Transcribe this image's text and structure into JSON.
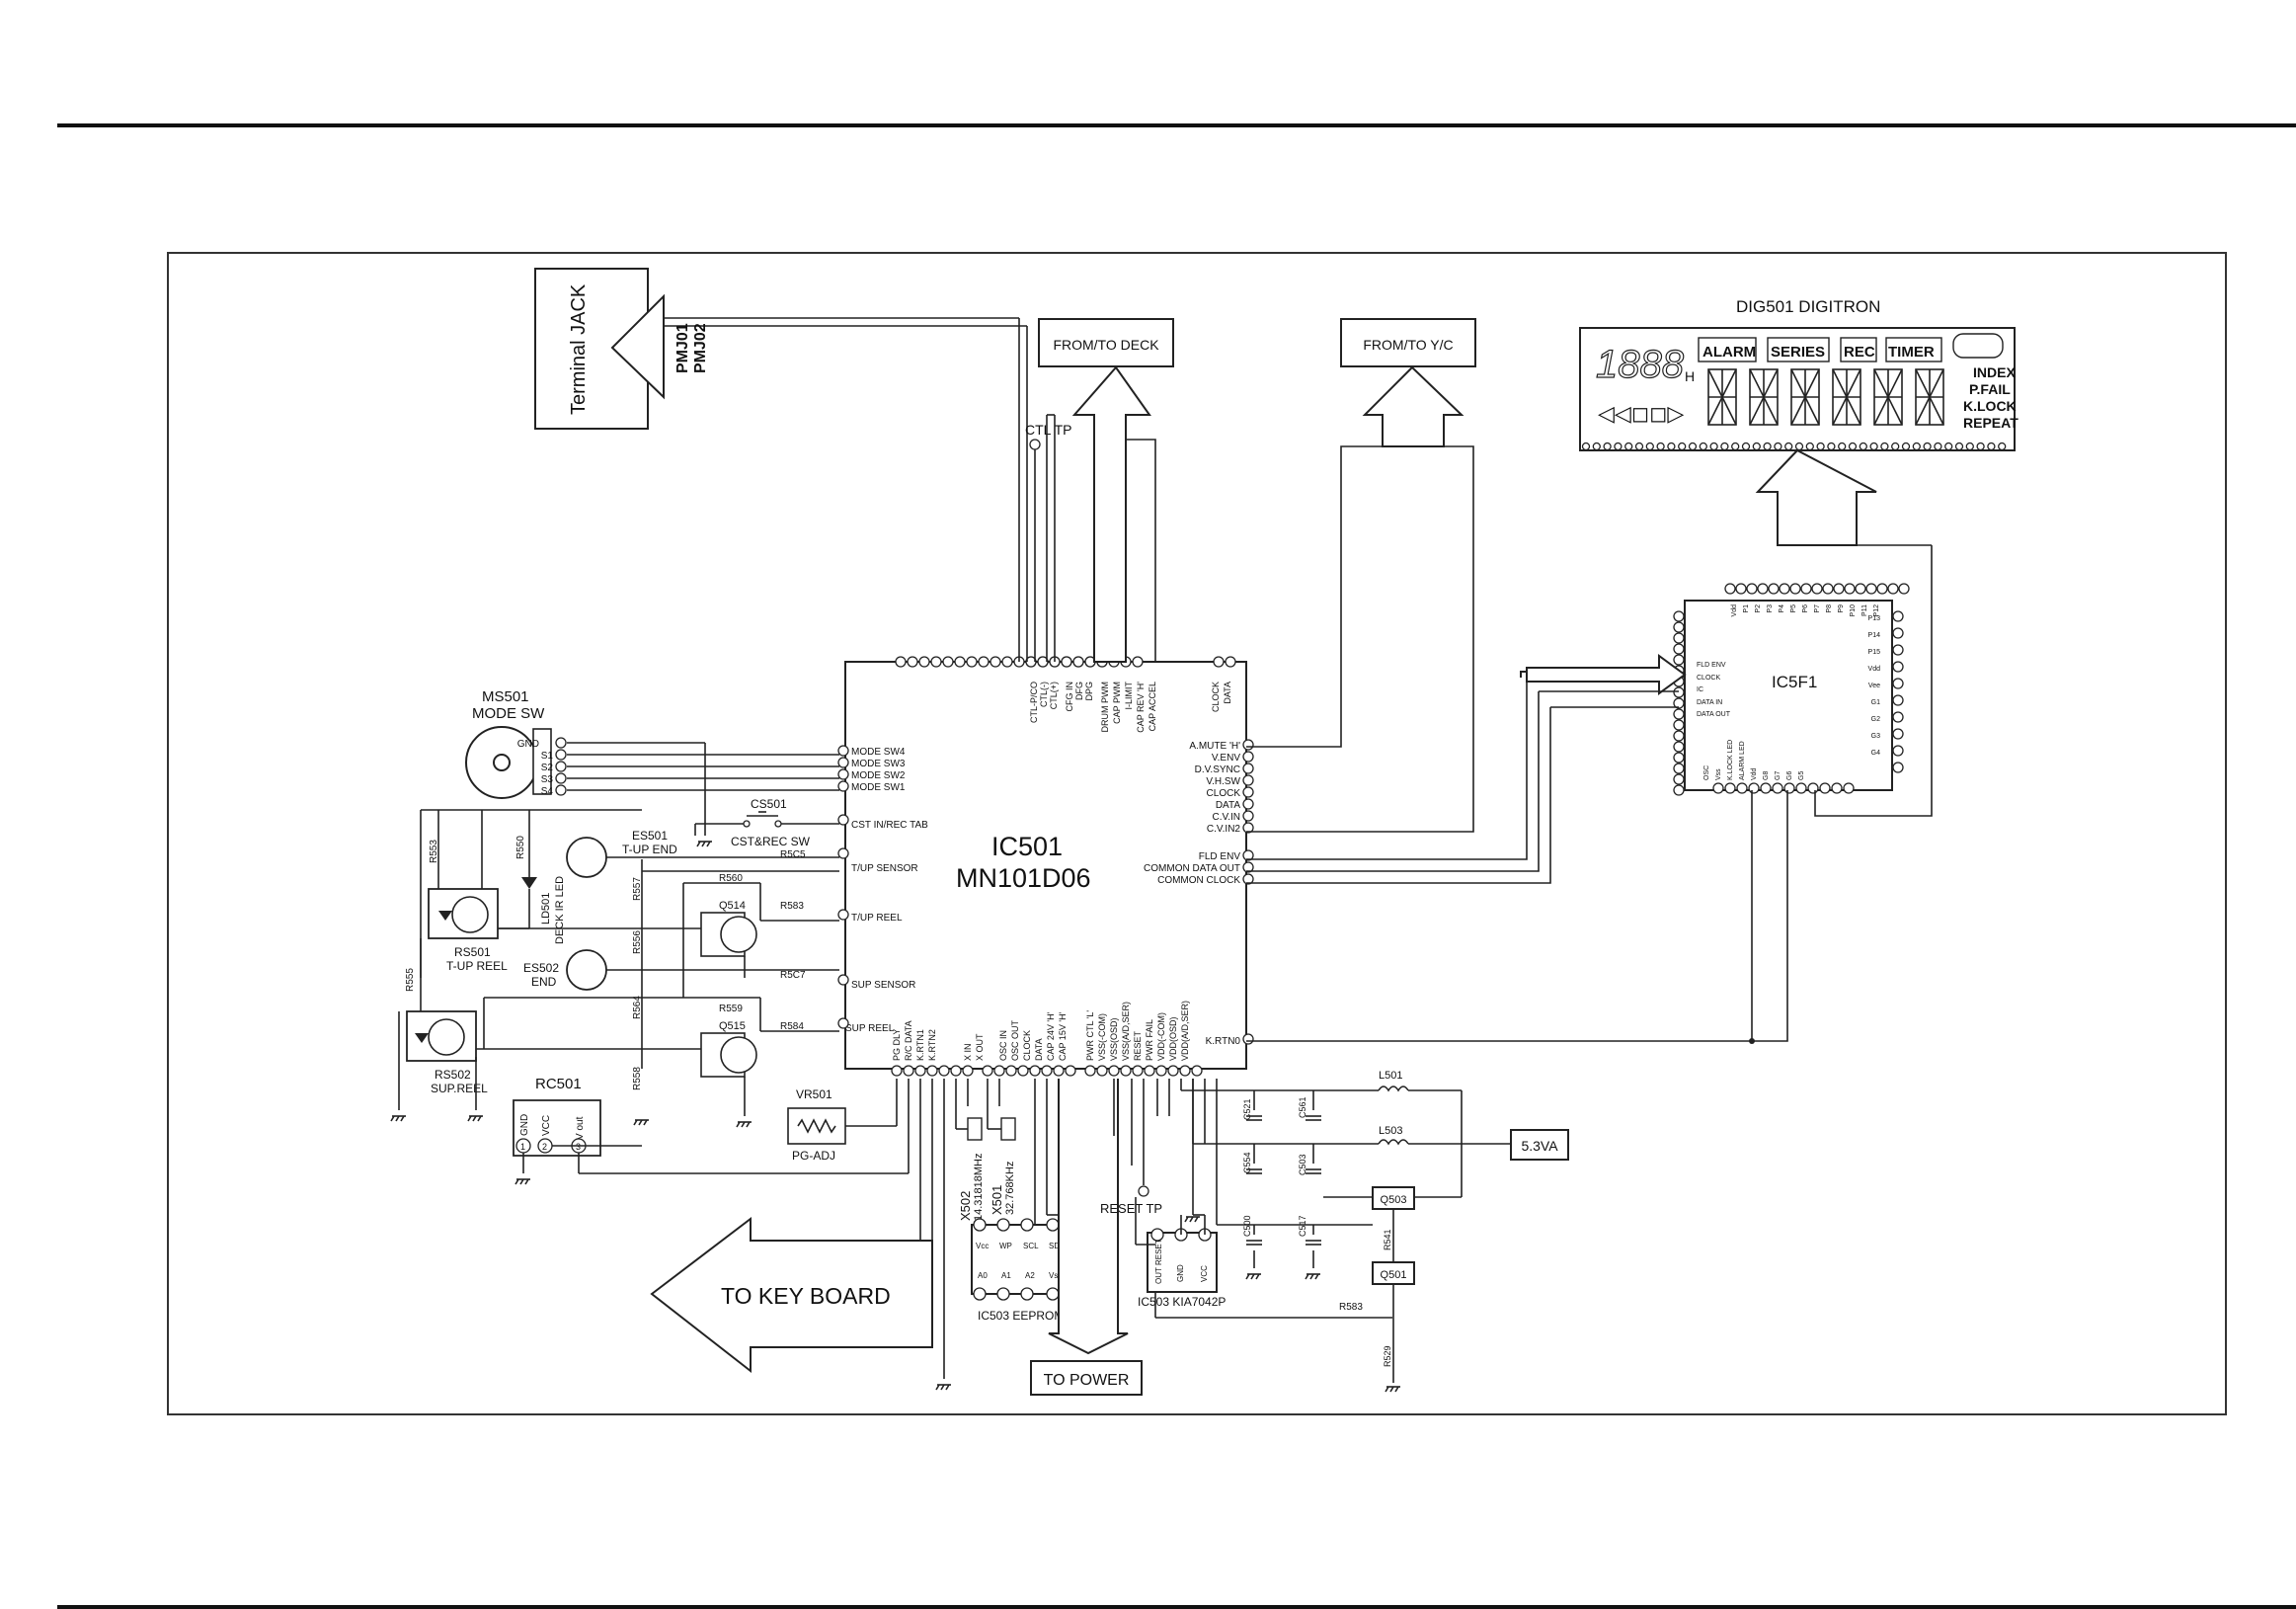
{
  "ic501": {
    "ref": "IC501",
    "part": "MN101D06"
  },
  "ic5f1": {
    "ref": "IC5F1"
  },
  "dig501": {
    "title": "DIG501   DIGITRON",
    "hour": "H",
    "labels": [
      "ALARM",
      "SERIES",
      "REC",
      "TIMER"
    ],
    "right_labels": [
      "INDEX",
      "P.FAIL",
      "K.LOCK",
      "REPEAT"
    ]
  },
  "terminal": {
    "label": "Terminal JACK",
    "pins": [
      "PMJ01",
      "PMJ02"
    ]
  },
  "from_deck": "FROM/TO DECK",
  "from_yc": "FROM/TO Y/C",
  "ctl_tp": "CTL TP",
  "key_board": "TO KEY BOARD",
  "to_power": "TO POWER",
  "supply": "5.3VA",
  "ms501": {
    "ref": "MS501",
    "name": "MODE SW",
    "pins": [
      "GND",
      "S1",
      "S2",
      "S3",
      "S4"
    ]
  },
  "ic_left_pins": [
    "MODE SW4",
    "MODE SW3",
    "MODE SW2",
    "MODE SW1",
    "CST IN/REC TAB",
    "T/UP SENSOR",
    "T/UP REEL",
    "SUP SENSOR",
    "SUP REEL"
  ],
  "ic_right_pins": [
    "A.MUTE 'H'",
    "V.ENV",
    "D.V.SYNC",
    "V.H.SW",
    "CLOCK",
    "DATA",
    "C.V.IN",
    "C.V.IN2"
  ],
  "ic_right_low": [
    "FLD ENV",
    "COMMON DATA OUT",
    "COMMON CLOCK"
  ],
  "ic_top_labels": [
    "CTL-P/CO",
    "CTL(-)",
    "CTL(+)",
    "CFG IN",
    "DFG",
    "DPG",
    "DRUM PWM",
    "CAP PWM",
    "I-LIMIT",
    "CAP REV 'H'",
    "CAP ACCEL",
    "CLOCK",
    "DATA"
  ],
  "ic_bottom_labels": [
    "PG DLY",
    "R/C DATA",
    "K.RTN1",
    "K.RTN2",
    "X IN",
    "X OUT",
    "OSC IN",
    "OSC OUT",
    "CLOCK",
    "DATA",
    "CAP 24V 'H'",
    "CAP 15V 'H'",
    "PWR CTL 'L'",
    "VSS(-COM)",
    "VSS(OSD)",
    "VSS(A/D,SER)",
    "RESET",
    "PWR FAIL",
    "VDD(-COM)",
    "VDD(OSD)",
    "VDD(A/D,SER)"
  ],
  "k_rtn0": "K.RTN0",
  "parts": {
    "cs501": "CS501",
    "cst_sw": "CST&REC SW",
    "es501": "ES501",
    "tup_end": "T-UP END",
    "es502": "ES502",
    "end": "END",
    "ld501": "LD501",
    "deck_ir": "DECK IR LED",
    "rs501": "RS501",
    "tup_reel": "T-UP REEL",
    "rs502": "RS502",
    "sup_reel": "SUP.REEL",
    "q514": "Q514",
    "q515": "Q515",
    "r553": "R553",
    "r550": "R550",
    "r555": "R555",
    "r557": "R557",
    "r556": "R556",
    "r564": "R564",
    "r558": "R558",
    "r5c5": "R5C5",
    "r560": "R560",
    "r583a": "R583",
    "r5c7": "R5C7",
    "r559": "R559",
    "r584": "R584",
    "rc501": "RC501",
    "rc_pins": [
      "GND",
      "VCC",
      "V out"
    ],
    "vr501": "VR501",
    "pg_adj": "PG-ADJ",
    "x502": "X502",
    "x502_f": "14.31818MHz",
    "x501": "X501",
    "x501_f": "32.768KHz",
    "ic503e": "IC503   EEPROM",
    "eeprom_pins": [
      "Vcc",
      "WP",
      "SCL",
      "SDA",
      "A0",
      "A1",
      "A2",
      "Vss"
    ],
    "ic503r": "IC503   KIA7042P",
    "reset_pins": [
      "OUT RESET",
      "GND",
      "VCC"
    ],
    "reset_tp": "RESET TP",
    "c521": "C521",
    "c561": "C561",
    "c554": "C554",
    "c503": "C503",
    "c500": "C500",
    "c517": "C517",
    "l501": "L501",
    "l503": "L503",
    "q503": "Q503",
    "q501": "Q501",
    "r541": "R541",
    "r583": "R583",
    "r529": "R529"
  },
  "ic5f1_pins_left": [
    "FLD ENV",
    "CLOCK",
    "IC",
    "DATA IN",
    "DATA OUT"
  ],
  "ic5f1_top": [
    "Vdd",
    "P1",
    "P2",
    "P3",
    "P4",
    "P5",
    "P6",
    "P7",
    "P8",
    "P9",
    "P10",
    "P11",
    "P12"
  ],
  "ic5f1_right": [
    "P13",
    "P14",
    "P15",
    "Vdd",
    "Vee",
    "G1",
    "G2",
    "G3",
    "G4"
  ],
  "ic5f1_bottom": [
    "OSC",
    "Vss",
    "K.LOCK LED",
    "ALARM LED",
    "Vdd",
    "G8",
    "G7",
    "G6",
    "G5"
  ]
}
